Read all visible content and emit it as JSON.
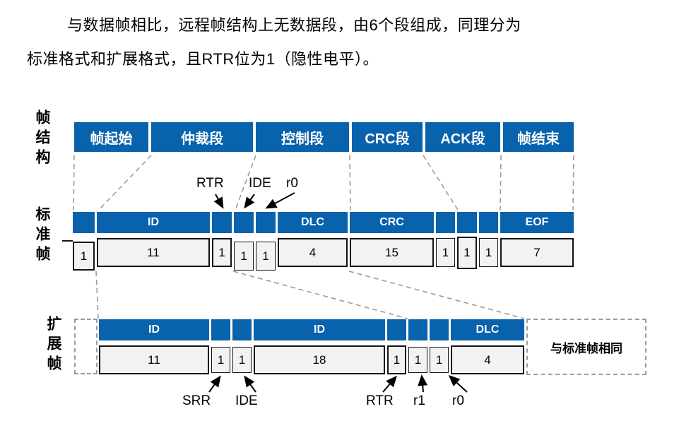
{
  "paragraph": {
    "line1": "与数据帧相比，远程帧结构上无数据段，由6个段组成，同理分为",
    "line2": "标准格式和扩展格式，且RTR位为1（隐性电平）。"
  },
  "row_labels": {
    "structure": "帧结构",
    "standard": "标准帧",
    "extended": "扩展帧"
  },
  "structure_row": {
    "segments": [
      "帧起始",
      "仲裁段",
      "控制段",
      "CRC段",
      "ACK段",
      "帧结束"
    ]
  },
  "standard_frame": {
    "bit_labels": {
      "rtr": "RTR",
      "ide": "IDE",
      "r0": "r0"
    },
    "bar_labels": {
      "id": "ID",
      "dlc": "DLC",
      "crc": "CRC",
      "eof": "EOF"
    },
    "bits": {
      "sof": "1",
      "id": "11",
      "rtr": "1",
      "ide": "1",
      "r0": "1",
      "dlc": "4",
      "crc": "15",
      "crc_del": "1",
      "ack": "1",
      "ack_del": "1",
      "eof": "7"
    }
  },
  "extended_frame": {
    "bit_labels": {
      "srr": "SRR",
      "ide": "IDE",
      "rtr": "RTR",
      "r1": "r1",
      "r0": "r0"
    },
    "bar_labels": {
      "id_base": "ID",
      "id_ext": "ID",
      "dlc": "DLC"
    },
    "bits": {
      "id_base": "11",
      "srr": "1",
      "ide": "1",
      "id_ext": "18",
      "rtr": "1",
      "r1": "1",
      "r0": "1",
      "dlc": "4"
    },
    "note": "与标准帧相同"
  },
  "colors": {
    "segment_blue": "#0862ac",
    "box_fill": "#f2f2f2",
    "dash_gray": "#9b9b9b"
  }
}
